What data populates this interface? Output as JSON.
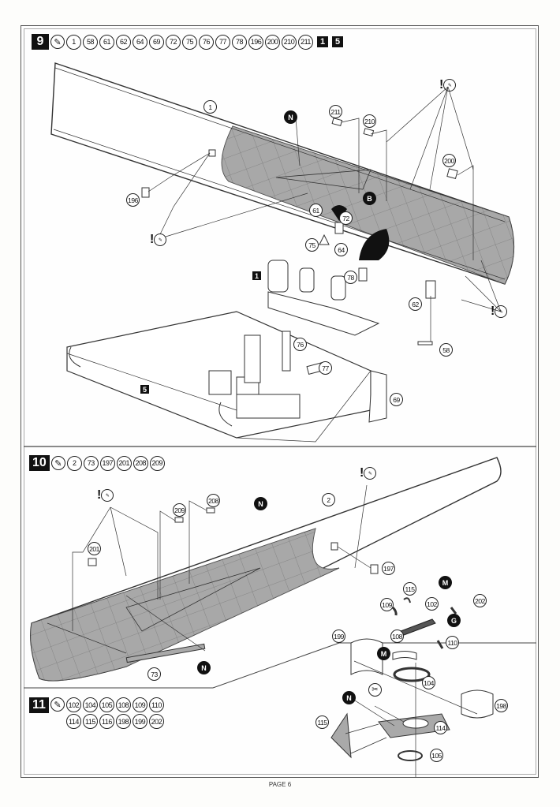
{
  "page": {
    "footer": "PAGE 6"
  },
  "steps": [
    {
      "number": "9",
      "tool_icon": "cement-glue-icon",
      "parts": [
        "1",
        "58",
        "61",
        "62",
        "64",
        "69",
        "72",
        "75",
        "76",
        "77",
        "78",
        "196",
        "200",
        "210",
        "211"
      ],
      "subassemblies": [
        "1",
        "5"
      ],
      "callouts": {
        "fuselage_half": "1",
        "window_196": "196",
        "window_211": "211",
        "window_210": "210",
        "window_200": "200",
        "part_61": "61",
        "part_72": "72",
        "part_75": "75",
        "part_64": "64",
        "part_78": "78",
        "part_62": "62",
        "part_58": "58",
        "part_76": "76",
        "part_77": "77",
        "part_69": "69",
        "sub_1": "1",
        "sub_5": "5",
        "paint_n": "N",
        "paint_b": "B"
      }
    },
    {
      "number": "10",
      "tool_icon": "cement-glue-icon",
      "parts": [
        "2",
        "73",
        "197",
        "201",
        "208",
        "209"
      ],
      "callouts": {
        "fuselage_half": "2",
        "window_201": "201",
        "window_209": "209",
        "window_208": "208",
        "window_197": "197",
        "part_73": "73",
        "paint_n_1": "N",
        "paint_n_2": "N"
      }
    },
    {
      "number": "11",
      "tool_icon": "cement-glue-icon",
      "parts_row1": [
        "102",
        "104",
        "105",
        "108",
        "109",
        "110"
      ],
      "parts_row2": [
        "114",
        "115",
        "116",
        "198",
        "199",
        "202"
      ],
      "callouts": {
        "part_115a": "115",
        "part_109": "109",
        "part_102": "102",
        "part_202": "202",
        "part_199": "199",
        "part_108": "108",
        "part_110": "110",
        "part_104": "104",
        "part_198": "198",
        "part_116": "115",
        "part_114": "114",
        "part_105": "105",
        "paint_m_1": "M",
        "paint_g": "G",
        "paint_m_2": "M",
        "paint_n": "N"
      }
    }
  ],
  "icons": {
    "warning_glue": "!",
    "glue_label": "clear glue",
    "cut": "✂",
    "brush": "✎"
  },
  "colors": {
    "ink": "#111111",
    "interior_gray": "#a9a9a9",
    "paper": "#fefefe"
  }
}
